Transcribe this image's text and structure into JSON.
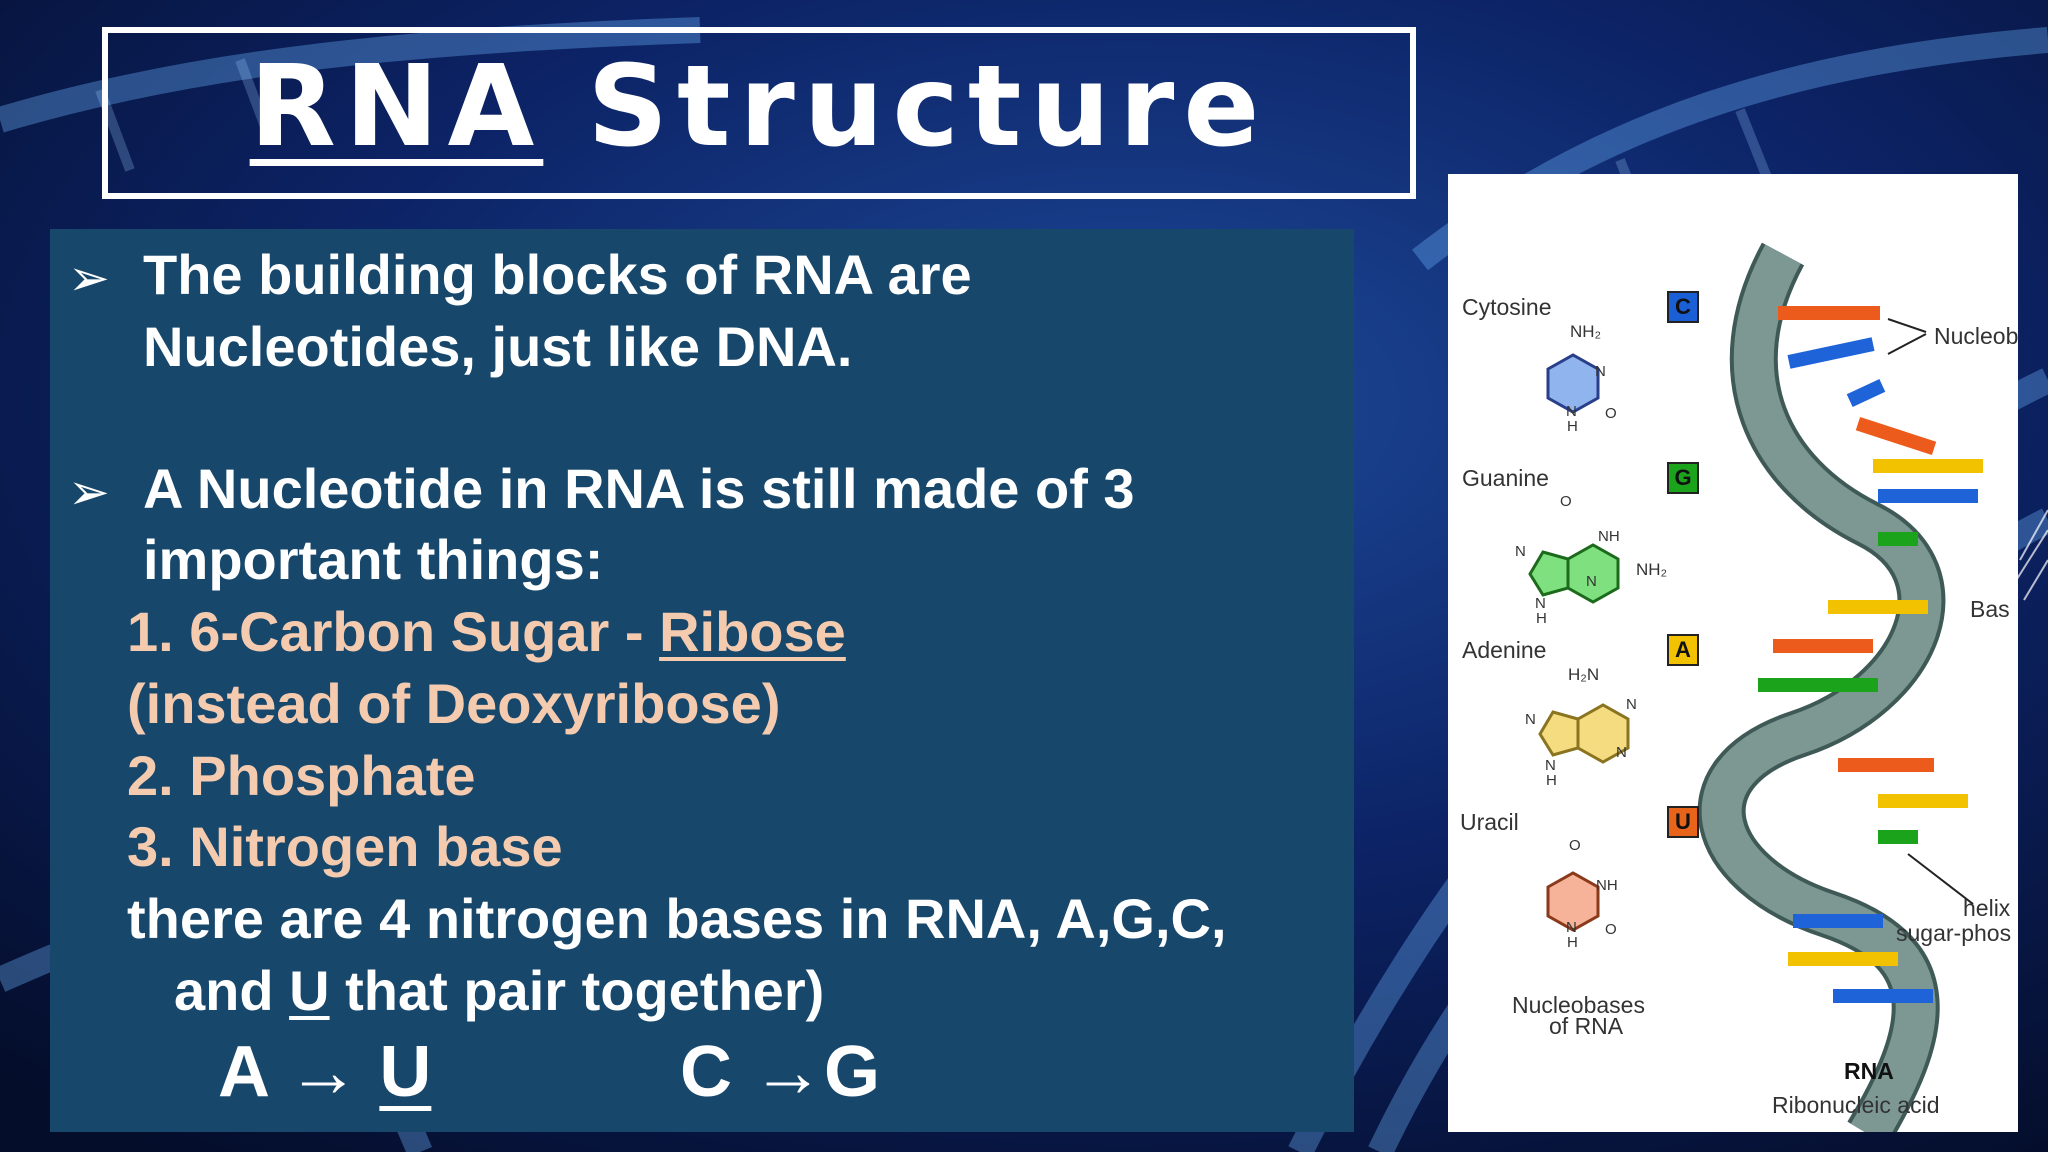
{
  "colors": {
    "background": "#0a1a44",
    "content_panel": "#17476b",
    "text": "#ffffff",
    "accent_text": "#f5cbb0",
    "cytosine": "#1a5fd6",
    "guanine": "#1ca31c",
    "adenine": "#f2c200",
    "uracil": "#e8641a",
    "helix_backbone": "#6f8a84"
  },
  "title": {
    "part1": "RNA",
    "part2": "Structure"
  },
  "bullets": {
    "b1_line1": "The building blocks of RNA are",
    "b1_line2": "Nucleotides, just like DNA.",
    "b2_line1": "A Nucleotide in RNA is still made of 3",
    "b2_line2": "important things:",
    "item1_prefix": "1.  6-Carbon Sugar - ",
    "item1_link": "Ribose",
    "item1_cont": "(instead of Deoxyribose)",
    "item2": "2. Phosphate",
    "item3": "3. Nitrogen base",
    "note_line1": "there are 4 nitrogen bases in RNA, A,G,C,",
    "note_line2_a": "and ",
    "note_line2_u": "U",
    "note_line2_b": " that pair together)",
    "pair1_left": "A",
    "pair1_arrow": "→",
    "pair1_right": "U",
    "pair2_left": "C",
    "pair2_arrow": "→",
    "pair2_right": "G",
    "bullet_glyph": "➢"
  },
  "figure": {
    "bases": [
      {
        "name": "Cytosine",
        "letter": "C",
        "group": "NH₂"
      },
      {
        "name": "Guanine",
        "letter": "G",
        "group": "NH₂"
      },
      {
        "name": "Adenine",
        "letter": "A",
        "group": "H₂N"
      },
      {
        "name": "Uracil",
        "letter": "U",
        "group": ""
      }
    ],
    "atoms": {
      "n": "N",
      "h": "H",
      "o": "O",
      "nh": "NH"
    },
    "caption_line1": "Nucleobases",
    "caption_line2": "of RNA",
    "rna_title": "RNA",
    "rna_subtitle": "Ribonucleic acid",
    "label_nucleo": "Nucleob",
    "label_base": "Bas",
    "label_helix": "helix",
    "label_sugar": "sugar-phos"
  }
}
